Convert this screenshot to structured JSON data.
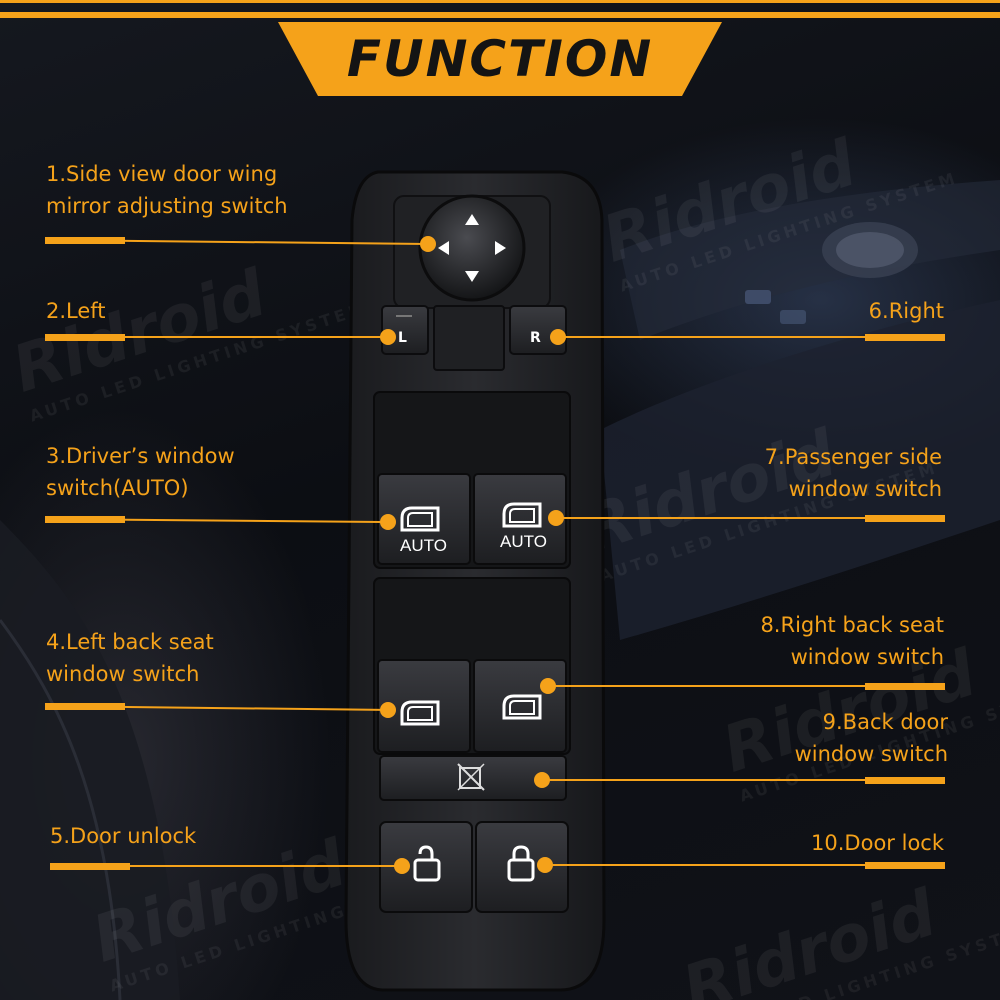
{
  "title": "FUNCTION",
  "accent_color": "#f5a21a",
  "watermark": {
    "brand": "Ridroid",
    "tagline": "AUTO LED LIGHTING SYSTEM"
  },
  "labels": {
    "l1a": "1.Side view door wing",
    "l1b": "mirror adjusting switch",
    "l2": "2.Left",
    "l3a": "3.Driver’s window",
    "l3b": "switch(AUTO)",
    "l4a": "4.Left back seat",
    "l4b": "window switch",
    "l5": "5.Door unlock",
    "l6": "6.Right",
    "l7a": "7.Passenger side",
    "l7b": "window switch",
    "l8a": "8.Right back seat",
    "l8b": "window switch",
    "l9a": "9.Back door",
    "l9b": "window switch",
    "l10": "10.Door lock"
  },
  "panel": {
    "left_key": "L",
    "right_key": "R",
    "auto_text": "AUTO",
    "icons": [
      "mirror-joystick-icon",
      "window-icon",
      "child-lock-icon",
      "unlock-icon",
      "lock-icon"
    ]
  }
}
